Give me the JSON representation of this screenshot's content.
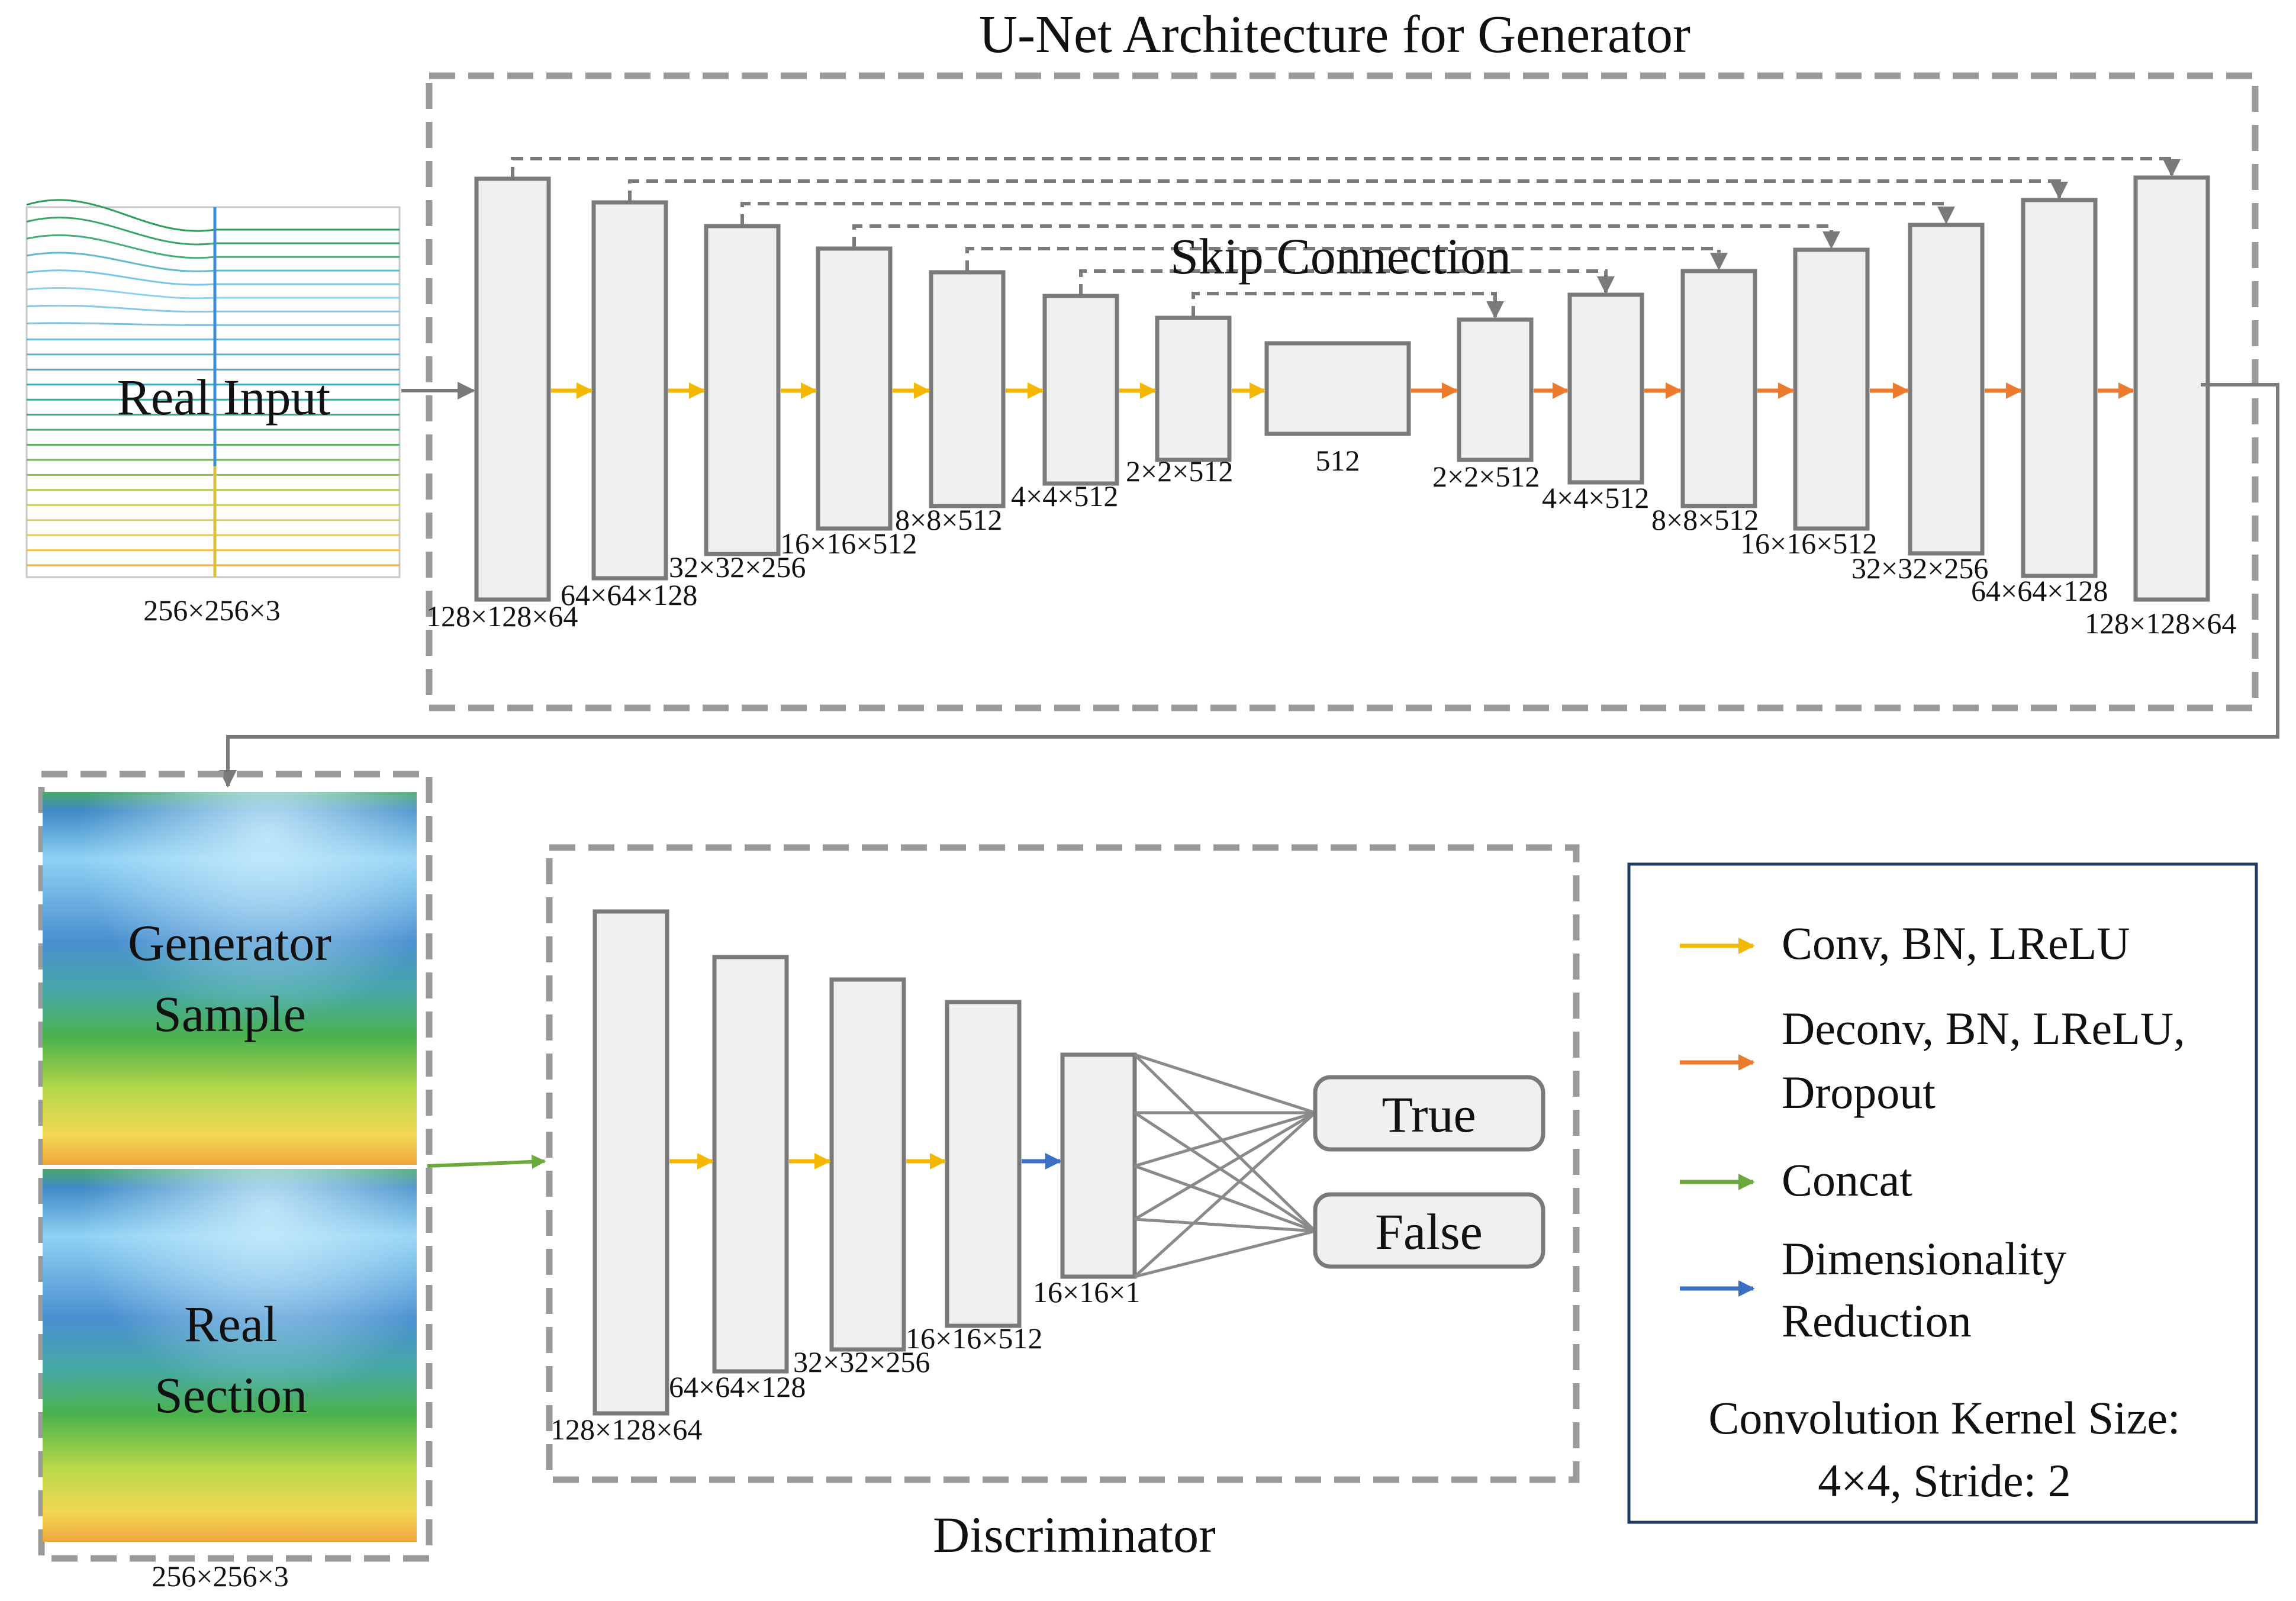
{
  "title": "U-Net Architecture for Generator",
  "skip_label": "Skip Connection",
  "input": {
    "label": "Real Input",
    "dim": "256×256×3"
  },
  "encoder_dims": [
    "128×128×64",
    "64×64×128",
    "32×32×256",
    "16×16×512",
    "8×8×512",
    "4×4×512",
    "2×2×512"
  ],
  "bottleneck_dim": "512",
  "decoder_dims": [
    "2×2×512",
    "4×4×512",
    "8×8×512",
    "16×16×512",
    "32×32×256",
    "64×64×128",
    "128×128×64"
  ],
  "samples": {
    "generator_label": [
      "Generator",
      "Sample"
    ],
    "real_label": [
      "Real",
      "Section"
    ],
    "dim": "256×256×3"
  },
  "discriminator": {
    "label": "Discriminator",
    "dims": [
      "128×128×64",
      "64×64×128",
      "32×32×256",
      "16×16×512"
    ],
    "final_dim": "16×16×1",
    "outputs": [
      "True",
      "False"
    ]
  },
  "legend": {
    "items": [
      {
        "color": "#f5b800",
        "lines": [
          "Conv, BN, LReLU"
        ]
      },
      {
        "color": "#ee7a2e",
        "lines": [
          "Deconv, BN, LReLU,",
          "Dropout"
        ]
      },
      {
        "color": "#6aaa3a",
        "lines": [
          "Concat"
        ]
      },
      {
        "color": "#3d6fc4",
        "lines": [
          "Dimensionality",
          "Reduction"
        ]
      }
    ],
    "note": [
      "Convolution Kernel Size:",
      "4×4, Stride: 2"
    ]
  },
  "colors": {
    "conv": "#f5b800",
    "deconv": "#ee7a2e",
    "concat": "#6aaa3a",
    "reduction": "#3d6fc4",
    "legend_border": "#1f3864"
  }
}
